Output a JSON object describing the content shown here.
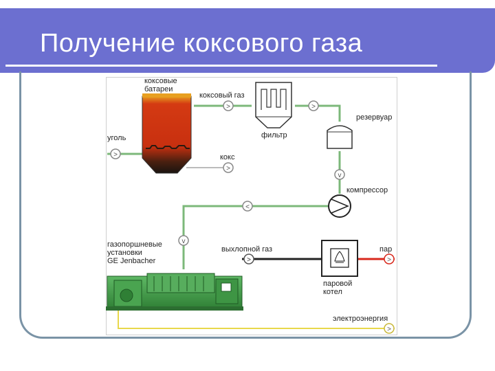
{
  "slide": {
    "title": "Получение коксового газа"
  },
  "diagram": {
    "labels": {
      "coke_batteries_line1": "коксовые",
      "coke_batteries_line2": "батареи",
      "coke_gas": "коксовый газ",
      "filter": "фильтр",
      "reservoir": "резервуар",
      "coal": "уголь",
      "coke": "кокс",
      "compressor": "компрессор",
      "gas_engines_line1": "газопоршневые",
      "gas_engines_line2": "установки",
      "gas_engines_line3": "GE Jenbacher",
      "exhaust_gas": "выхлопной газ",
      "steam": "пар",
      "steam_boiler_line1": "паровой",
      "steam_boiler_line2": "котел",
      "electricity": "электроэнергия"
    },
    "flow_markers": {
      "coal_in": ">",
      "coke_gas_out": ">",
      "filter_out": ">",
      "coke_out": ">",
      "reservoir_down": "v",
      "return_left": "<",
      "engine_in": "v",
      "exhaust": ">",
      "steam_out": ">",
      "electricity_out": ">"
    },
    "colors": {
      "gas_line": "#7cb87a",
      "steam_line": "#d8281c",
      "electricity_line": "#e8d84a",
      "exhaust_line": "#222222",
      "engine": "#3f9a45",
      "battery_hot": "#d43a12",
      "battery_top": "#e8a020"
    }
  }
}
